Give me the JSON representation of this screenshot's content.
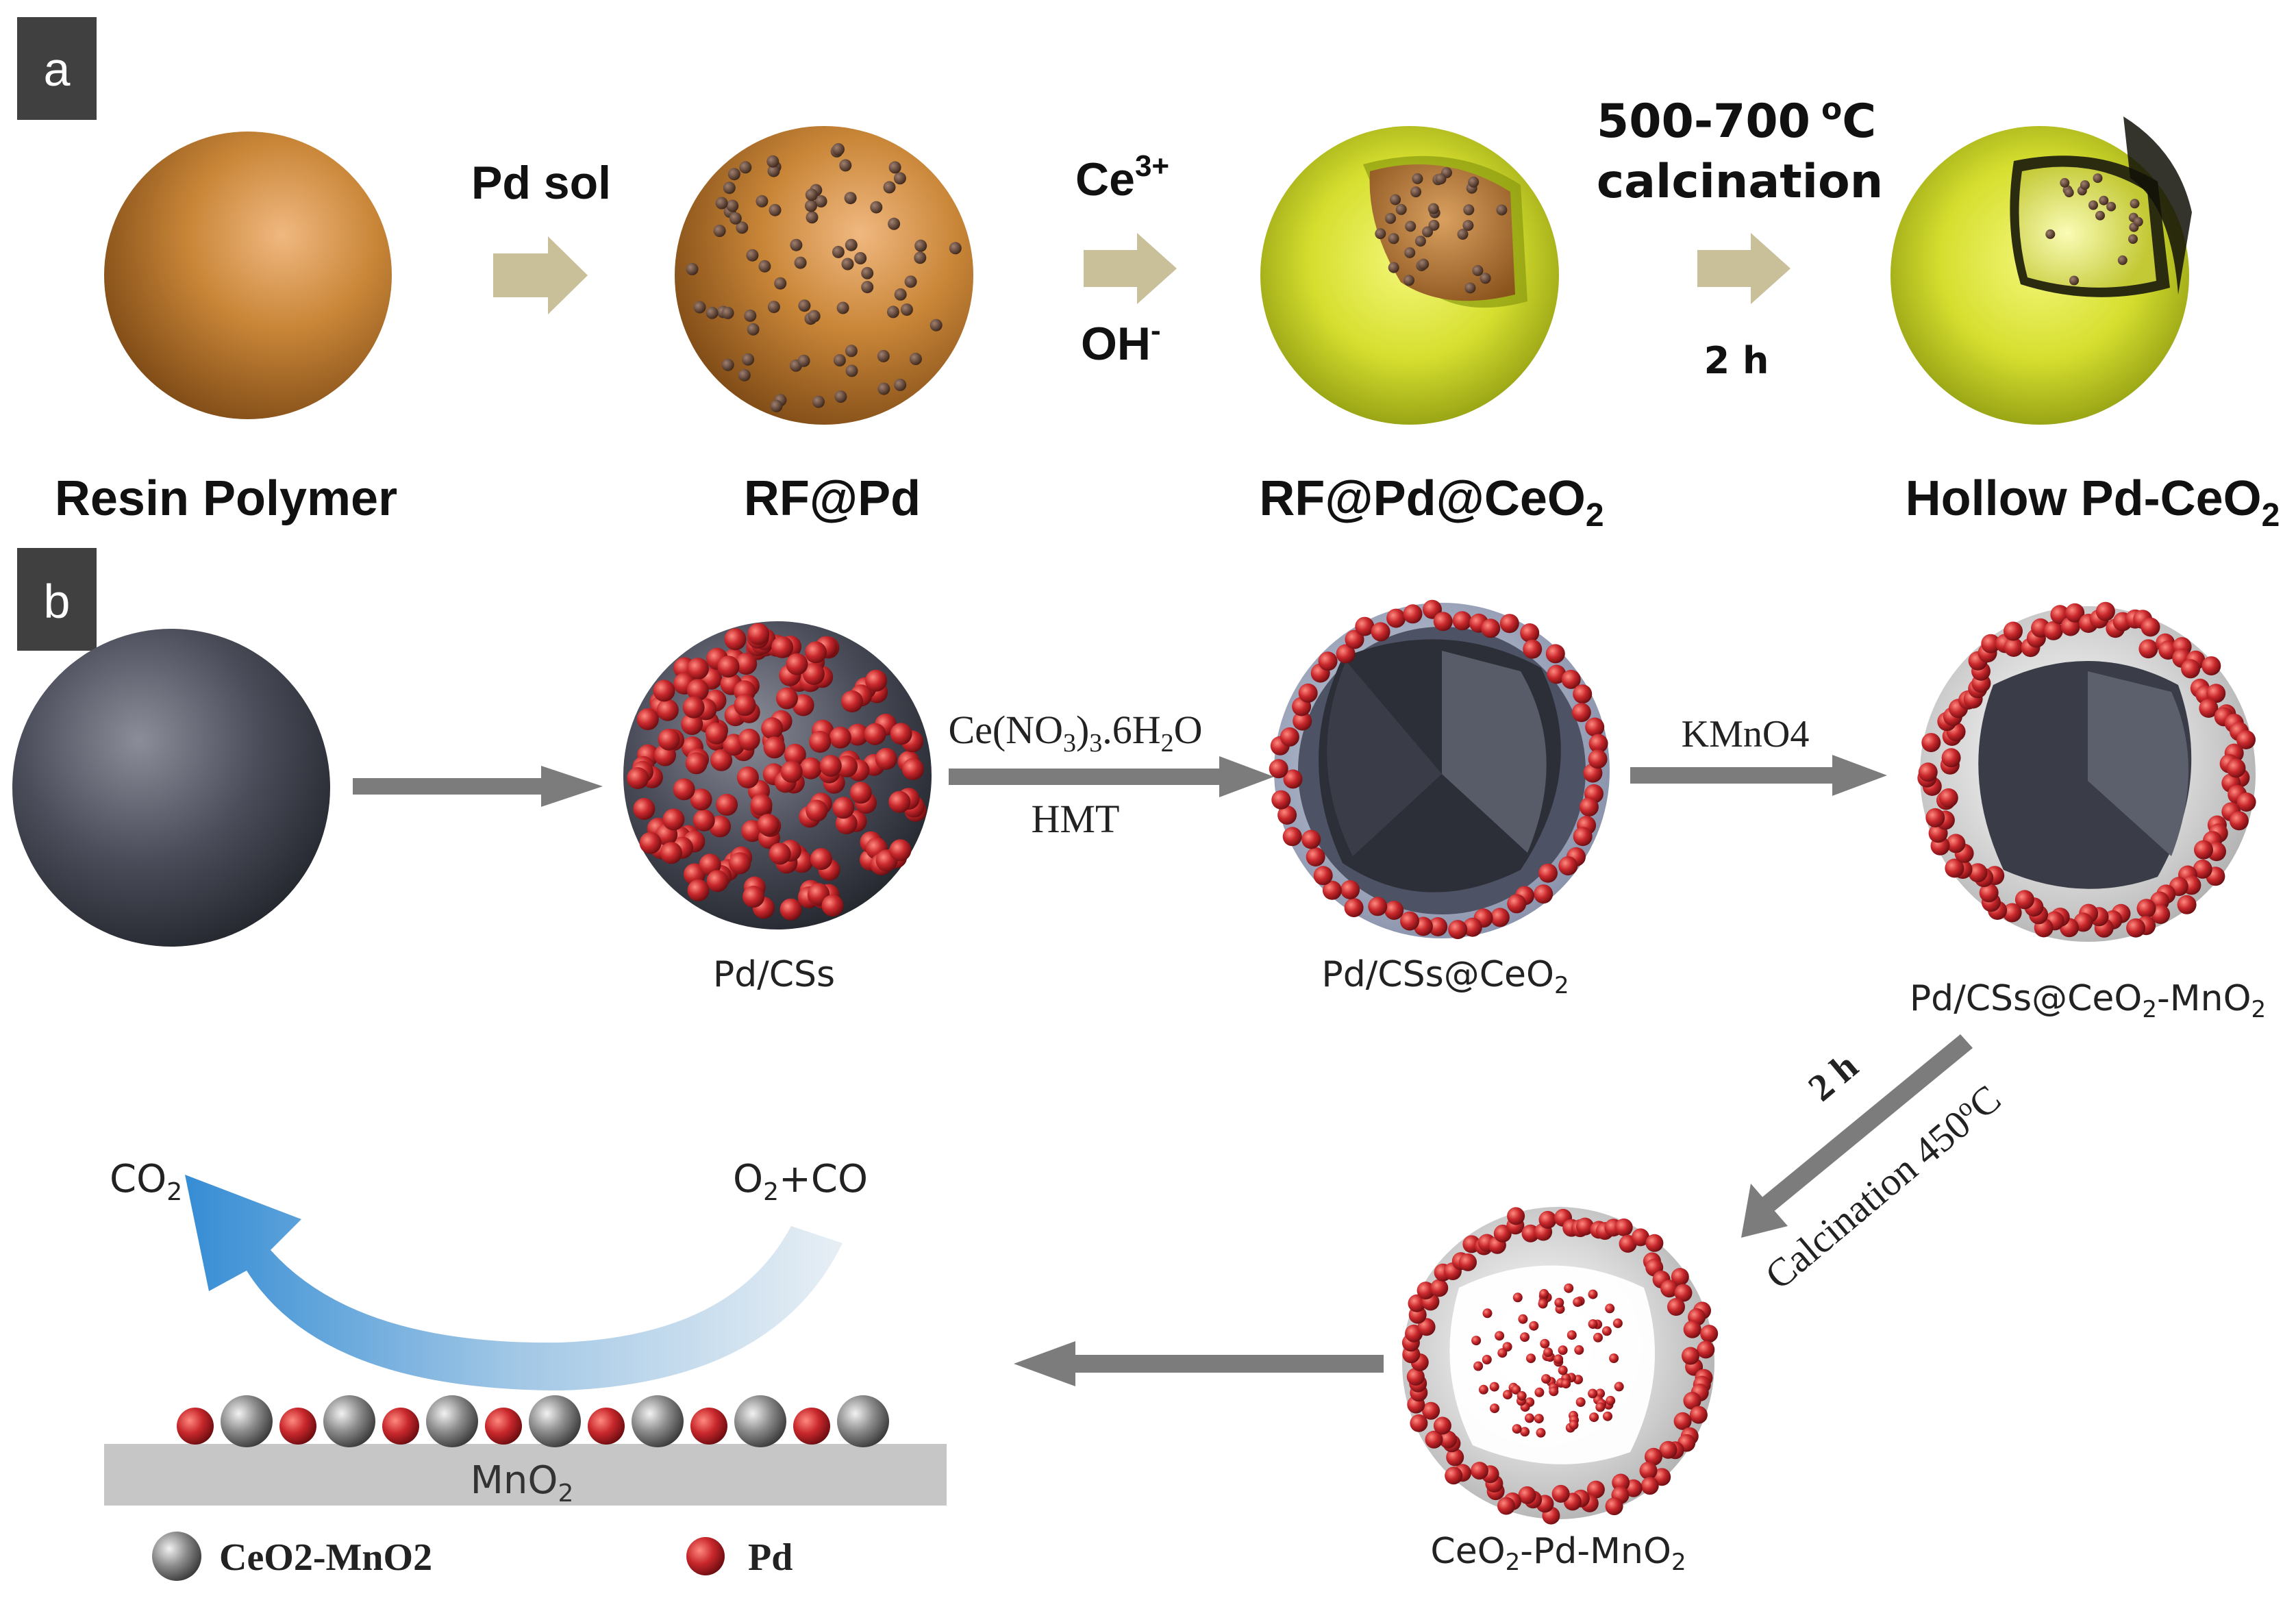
{
  "panel_a": {
    "tag": "a",
    "step1_reagent": "Pd sol",
    "step2_reagent_top": "Ce",
    "step2_reagent_top_sup": "3+",
    "step2_reagent_bottom": "OH",
    "step2_reagent_bottom_sup": "-",
    "step3_temp": "500-700",
    "step3_temp_unit_sup": "o",
    "step3_temp_unit": "C",
    "step3_process": "calcination",
    "step3_time": "2 h",
    "label_1": "Resin Polymer",
    "label_2": "RF@Pd",
    "label_3": "RF@Pd@CeO",
    "label_3_sub": "2",
    "label_4": "Hollow Pd-CeO",
    "label_4_sub": "2"
  },
  "panel_b": {
    "tag": "b",
    "step2_reagent_top": "Ce(NO",
    "step2_reagent_top_sub1": "3",
    "step2_reagent_top_mid": ")",
    "step2_reagent_top_sub2": "3",
    "step2_reagent_top_mid2": ".6H",
    "step2_reagent_top_sub3": "2",
    "step2_reagent_top_end": "O",
    "step2_reagent_bottom": "HMT",
    "step3_reagent": "KMnO4",
    "step4_time": "2 h",
    "step4_process": "Calcination 450",
    "step4_unit_sup": "o",
    "step4_unit": "C",
    "label_2": "Pd/CSs",
    "label_3": "Pd/CSs@CeO",
    "label_3_sub": "2",
    "label_4": "Pd/CSs@CeO",
    "label_4_sub": "2",
    "label_4_end": "-MnO",
    "label_4_sub2": "2",
    "label_5": "CeO",
    "label_5_sub": "2",
    "label_5_mid": "-Pd-MnO",
    "label_5_sub2": "2",
    "reaction_product": "CO",
    "reaction_product_sub": "2",
    "reaction_reactant": "O",
    "reaction_reactant_sub": "2",
    "reaction_reactant_end": "+CO",
    "support_label": "MnO",
    "support_label_sub": "2",
    "legend_grey": "CeO2-MnO2",
    "legend_red": "Pd"
  },
  "colors": {
    "resin": "#b9762e",
    "ceria_shell": "#c7d52b",
    "carbon_sphere": "#3b3e48",
    "pd_particle": "#c0282c",
    "arrow_a": "#c9c09a",
    "arrow_b": "#7c7c7c",
    "tag_bg": "#404040",
    "flow_arrow": "#3a8fd4",
    "support": "#c6c6c6"
  }
}
